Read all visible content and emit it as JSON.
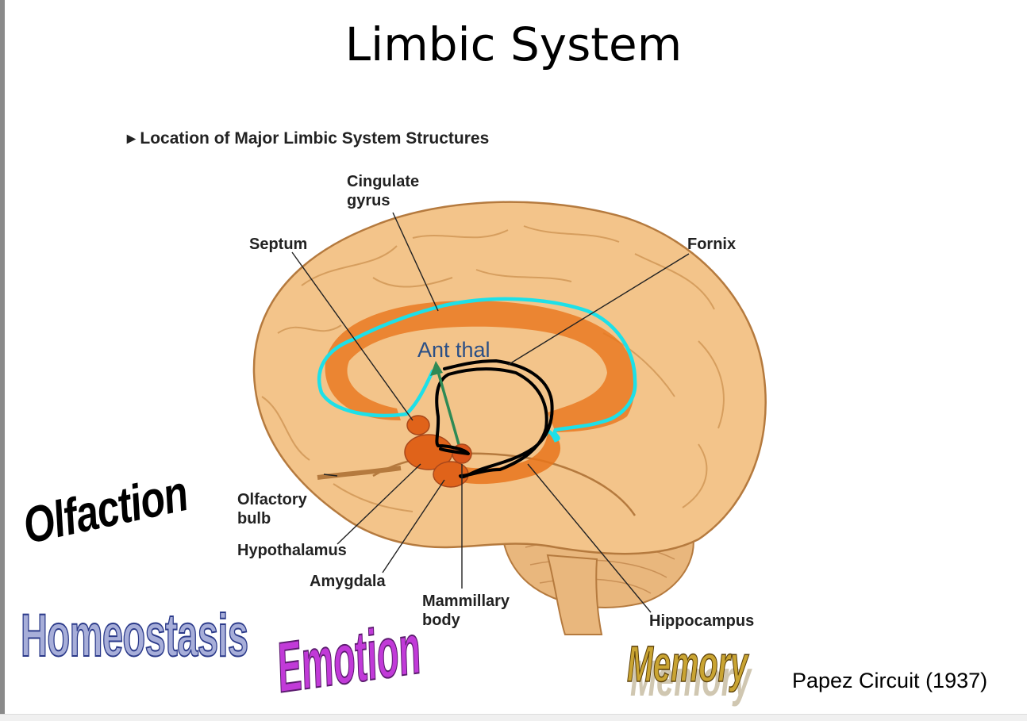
{
  "slide": {
    "title": "Limbic System",
    "subtitle": "▸ Location of Major Limbic System Structures",
    "labels": {
      "cingulate": "Cingulate gyrus",
      "septum": "Septum",
      "fornix": "Fornix",
      "olfactory": "Olfactory bulb",
      "hypothalamus": "Hypothalamus",
      "amygdala": "Amygdala",
      "mammillary": "Mammillary body",
      "hippocampus": "Hippocampus"
    },
    "annotation": "Ant thal",
    "wordart": {
      "olfaction": "Olfaction",
      "homeostasis": "Homeostasis",
      "emotion": "Emotion",
      "memory": "Memory"
    },
    "citation": "Papez Circuit (1937)"
  },
  "colors": {
    "brain": "#f3c48a",
    "brain_outline": "#b57a3e",
    "limbic": "#e8761c",
    "cyan_trace": "#1de0e8",
    "black_trace": "#000000",
    "arrow": "#2e8a55"
  }
}
